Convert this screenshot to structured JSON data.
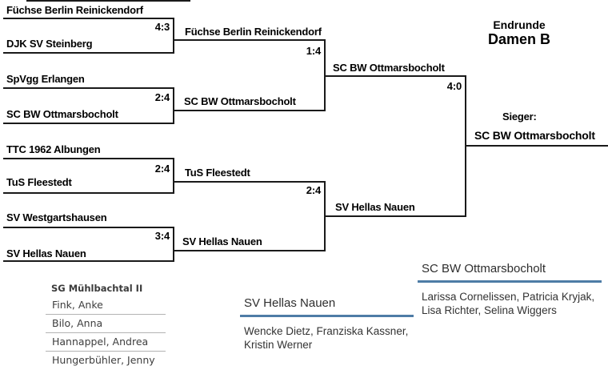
{
  "title": {
    "round": "Endrunde",
    "division": "Damen B"
  },
  "bracket": {
    "round1": [
      {
        "team1": "Füchse Berlin Reinickendorf",
        "score": "4:3",
        "team2": "DJK SV Steinberg"
      },
      {
        "team1": "SpVgg Erlangen",
        "score": "2:4",
        "team2": "SC BW Ottmarsbocholt"
      },
      {
        "team1": "TTC 1962 Albungen",
        "score": "2:4",
        "team2": "TuS Fleestedt"
      },
      {
        "team1": "SV Westgartshausen",
        "score": "3:4",
        "team2": "SV Hellas Nauen"
      }
    ],
    "semifinals": [
      {
        "team1": "Füchse Berlin Reinickendorf",
        "score": "1:4",
        "team2": "SC BW Ottmarsbocholt"
      },
      {
        "team1": "TuS Fleestedt",
        "score": "2:4",
        "team2": "SV Hellas Nauen"
      }
    ],
    "final": {
      "team1": "SC BW Ottmarsbocholt",
      "score": "4:0",
      "team2": "SV Hellas Nauen"
    },
    "winner_label": "Sieger:",
    "winner": "SC BW Ottmarsbocholt"
  },
  "rosters": {
    "left": {
      "team": "SG Mühlbachtal II",
      "players": [
        "Fink, Anke",
        "Bilo, Anna",
        "Hannappel, Andrea",
        "Hungerbühler, Jenny"
      ]
    },
    "middle": {
      "team": "SV Hellas Nauen",
      "players_line1": "Wencke Dietz, Franziska Kassner,",
      "players_line2": "Kristin Werner"
    },
    "right": {
      "team": "SC BW Ottmarsbocholt",
      "players_line1": "Larissa Cornelissen, Patricia Kryjak,",
      "players_line2": "Lisa Richter, Selina Wiggers"
    }
  },
  "colors": {
    "bracket_line": "#1a1a1a",
    "accent_underline": "#4e7ca6",
    "separator": "#b3b3b3"
  }
}
